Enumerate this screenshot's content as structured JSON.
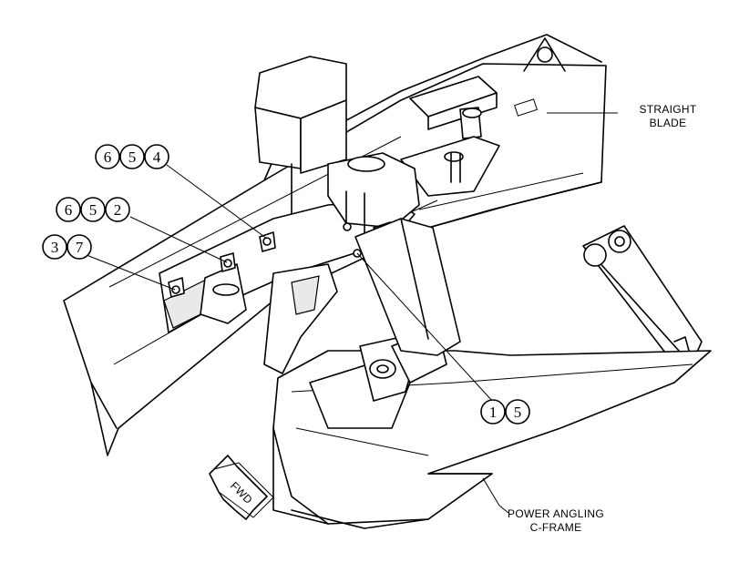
{
  "labels": {
    "straight_blade_line1": "STRAIGHT",
    "straight_blade_line2": "BLADE",
    "c_frame_line1": "POWER ANGLING",
    "c_frame_line2": "C-FRAME",
    "fwd": "FWD"
  },
  "callouts": [
    {
      "items": [
        "6",
        "5",
        "4"
      ]
    },
    {
      "items": [
        "6",
        "5",
        "2"
      ]
    },
    {
      "items": [
        "3",
        "7"
      ]
    },
    {
      "items": [
        "1",
        "5"
      ]
    }
  ]
}
